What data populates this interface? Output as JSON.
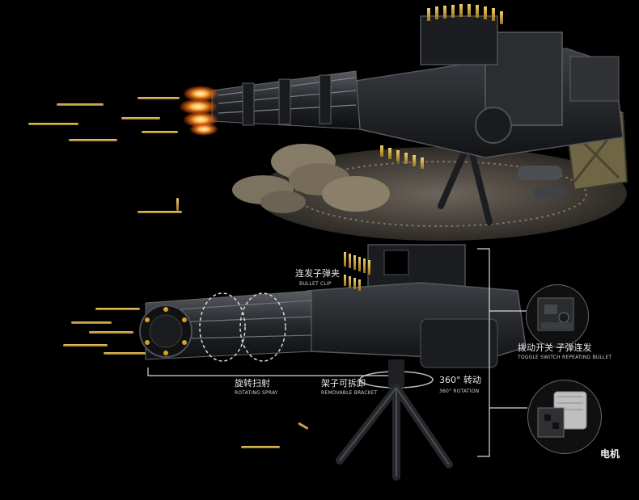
{
  "image": {
    "description_type": "product-illustration",
    "colors": {
      "background": "#000000",
      "brick_dark": "#2a2c30",
      "brick_mid": "#4a4d52",
      "bullet_brass": "#c9a33a",
      "muzzle_fire": "#ff8a1e",
      "sandbag": "#7b7260",
      "crate": "#6f6646",
      "base_ring": "#5a524a",
      "dashed_guides": "#d8d8d8"
    }
  },
  "labels": {
    "bullet_clip_zh": "连发子弹夹",
    "bullet_clip_en": "BULLET CLIP",
    "toggle_zh": "拨动开关 子弹连发",
    "toggle_en": "TOGGLE SWITCH    REPEATING BULLET",
    "rotating_zh": "旋转扫射",
    "rotating_en": "ROTATING SPRAY",
    "bracket_zh": "架子可拆卸",
    "bracket_en": "REMOVABLE BRACKET",
    "rotation_zh": "360° 转动",
    "rotation_en": "360°  ROTATION",
    "motor_zh": "电机"
  }
}
